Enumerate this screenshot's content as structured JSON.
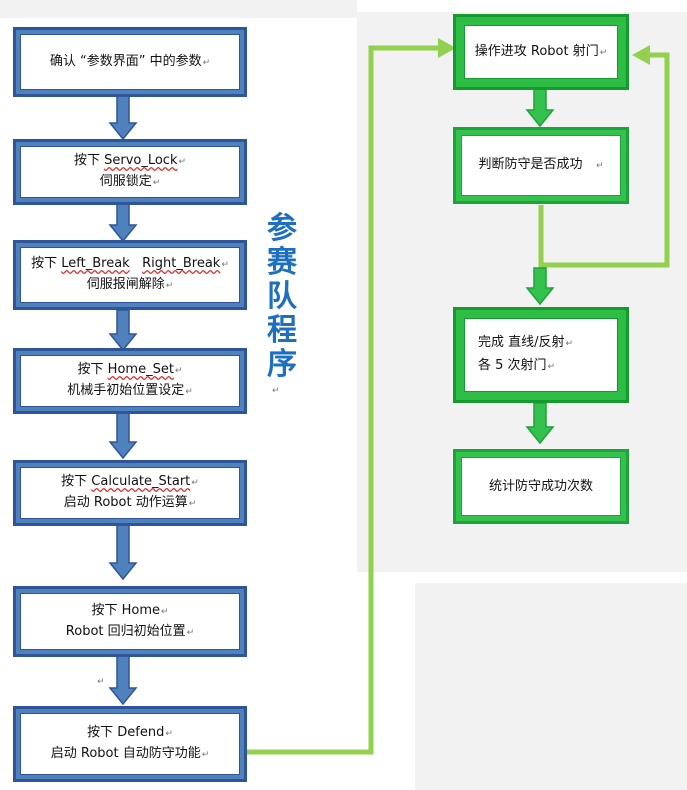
{
  "left_flow": {
    "step1": {
      "text": "确认 “参数界面” 中的参数"
    },
    "step2": {
      "line1": "按下 ",
      "code": "Servo_Lock",
      "line2": "伺服锁定"
    },
    "step3": {
      "line1": "按下 ",
      "code1": "Left_Break",
      "code2": "Right_Break",
      "line2": "伺服报闸解除"
    },
    "step4": {
      "line1": "按下 ",
      "code": "Home_Set",
      "line2": "机械手初始位置设定"
    },
    "step5": {
      "line1": "按下 ",
      "code": "Calculate_Start",
      "line2": "启动 Robot 动作运算"
    },
    "step6": {
      "line1": "按下 Home",
      "line2": "Robot 回归初始位置"
    },
    "step7": {
      "line1": "按下 Defend",
      "line2": "启动 Robot 自动防守功能"
    }
  },
  "side_title": "参赛队程序",
  "right_flow": {
    "step1": "操作进攻 Robot 射门",
    "step2": "判断防守是否成功",
    "step3": {
      "line1": "完成 直线/反射",
      "line2": "各 5 次射门"
    },
    "step4": "统计防守成功次数"
  },
  "return_mark": "↵",
  "colors": {
    "blue_border": "#2e5597",
    "blue_arrow": "#4f81bd",
    "green_border": "#1fa23a",
    "green_arrow": "#33c24d",
    "green_line": "#92d050",
    "title": "#1f6fc0"
  }
}
